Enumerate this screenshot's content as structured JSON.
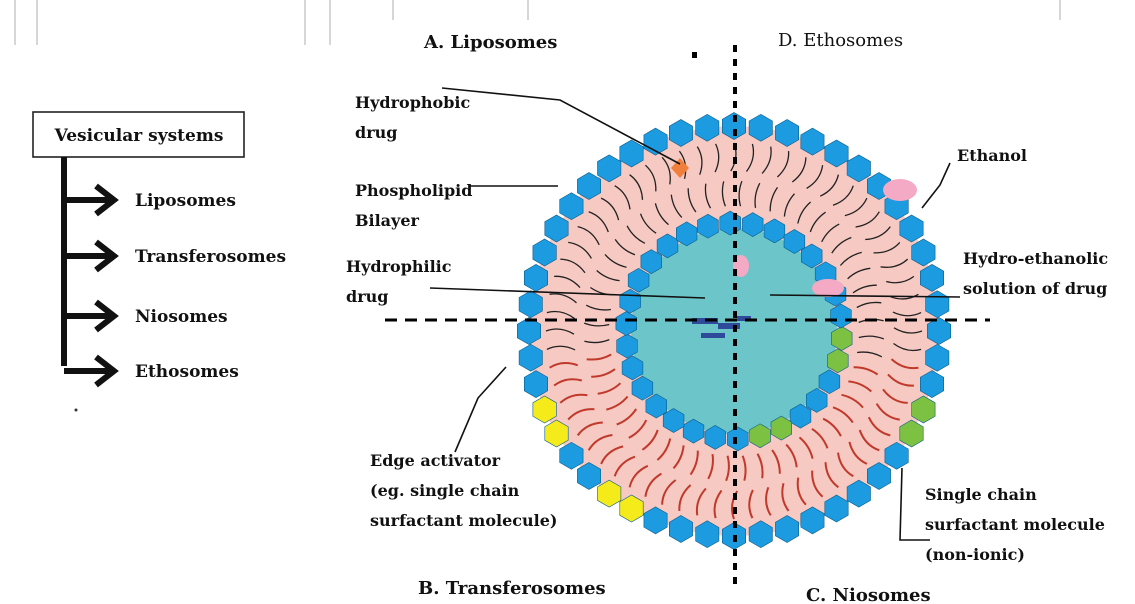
{
  "quadrants": {
    "liposomes": "A. Liposomes",
    "ethosomes": "D. Ethosomes",
    "transferosomes": "B. Transferosomes",
    "niosomes": "C. Niosomes"
  },
  "tree": {
    "root": "Vesicular systems",
    "items": [
      "Liposomes",
      "Transferosomes",
      "Niosomes",
      "Ethosomes"
    ]
  },
  "annotations": {
    "hydrophobic_drug": [
      "Hydrophobic",
      "drug"
    ],
    "phospholipid_bilayer": [
      "Phospholipid",
      "Bilayer"
    ],
    "hydrophilic_drug": [
      "Hydrophilic",
      "drug"
    ],
    "ethanol": [
      "Ethanol"
    ],
    "hydro_ethanolic": [
      "Hydro-ethanolic",
      "solution of drug"
    ],
    "edge_activator": [
      "Edge activator",
      "(eg. single chain",
      "surfactant molecule)"
    ],
    "single_chain": [
      "Single chain",
      "surfactant molecule",
      "(non-ionic)"
    ]
  },
  "colors": {
    "lipid_head": "#1c9be0",
    "edge_activator": "#f5ea1a",
    "surfactant": "#7cc142",
    "ethanol": "#f4a9c4",
    "bilayer": "#f6c9c3",
    "core": "#6cc6c9",
    "hydrophobic_drug": "#f07f3c",
    "hydrophilic_drug": "#2f4a9a",
    "tail": "#222222",
    "tail_red": "#c0392b"
  }
}
